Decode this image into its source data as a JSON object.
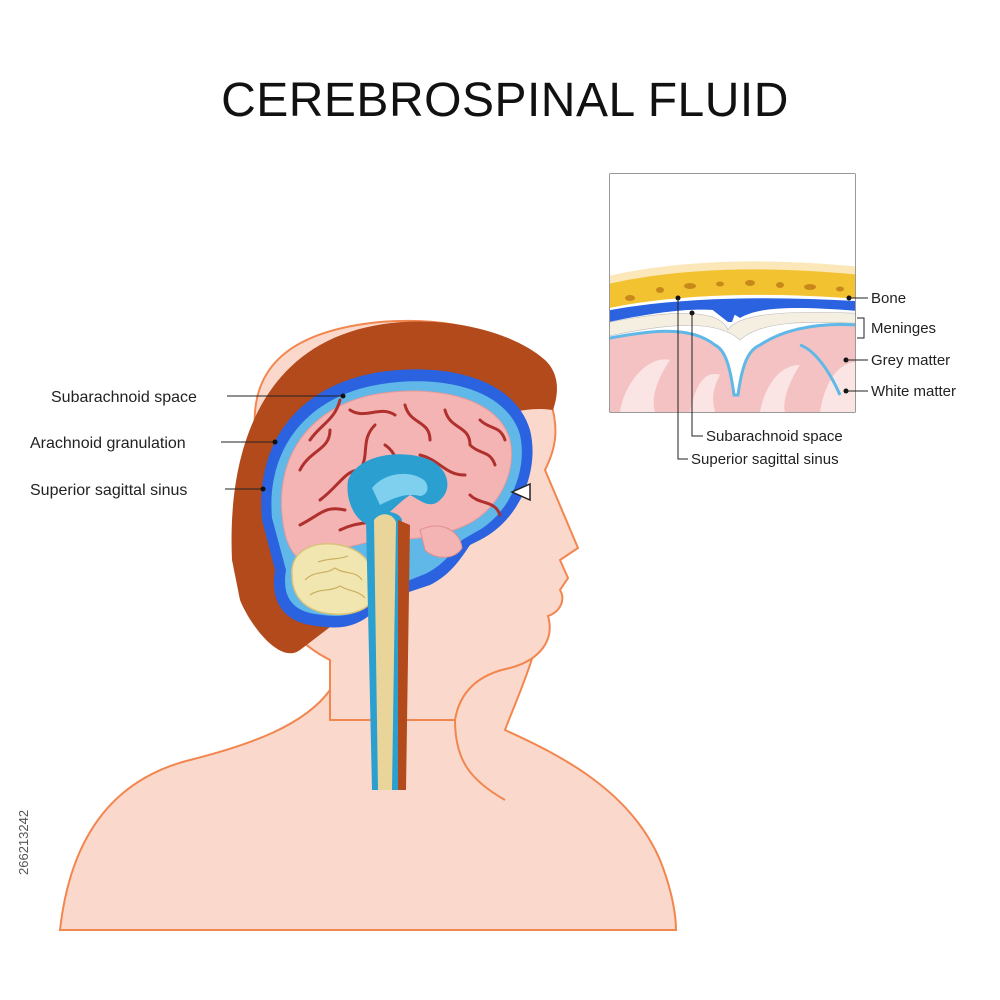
{
  "title": "CEREBROSPINAL FLUID",
  "labels_left": {
    "subarachnoid_space": "Subarachnoid space",
    "arachnoid_granulation": "Arachnoid granulation",
    "superior_sagittal_sinus": "Superior sagittal sinus"
  },
  "labels_inset_right": {
    "bone": "Bone",
    "meninges": "Meninges",
    "grey_matter": "Grey matter",
    "white_matter": "White matter"
  },
  "labels_inset_bottom": {
    "subarachnoid_space": "Subarachnoid space",
    "superior_sagittal_sinus": "Superior sagittal sinus"
  },
  "watermark_id": "266213242",
  "colors": {
    "skin": "#fbd8cc",
    "skin_outline": "#f2864f",
    "hair": "#b24a1c",
    "csf_blue": "#2a62e0",
    "csf_light": "#5fb8e8",
    "brain_pink": "#f4b4b4",
    "sulci": "#b0302e",
    "bone": "#f2c230",
    "spinal_cord": "#e9d59a"
  }
}
